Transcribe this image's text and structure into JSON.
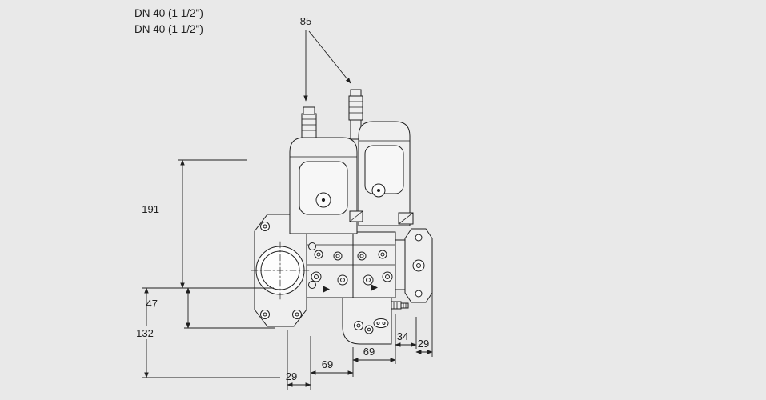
{
  "colors": {
    "background": "#e9e9e9",
    "line": "#1f1f1f"
  },
  "annotations": {
    "size_line1": "DN 40 (1 1/2\")",
    "size_line2": "DN 40 (1 1/2\")",
    "dims": {
      "top_height": "85",
      "upper_height": "191",
      "flange_height": "47",
      "lower_height": "132",
      "bottom_offset": "29",
      "section_a": "69",
      "section_b": "69",
      "outlet_depth": "34",
      "flange_width": "29"
    }
  }
}
